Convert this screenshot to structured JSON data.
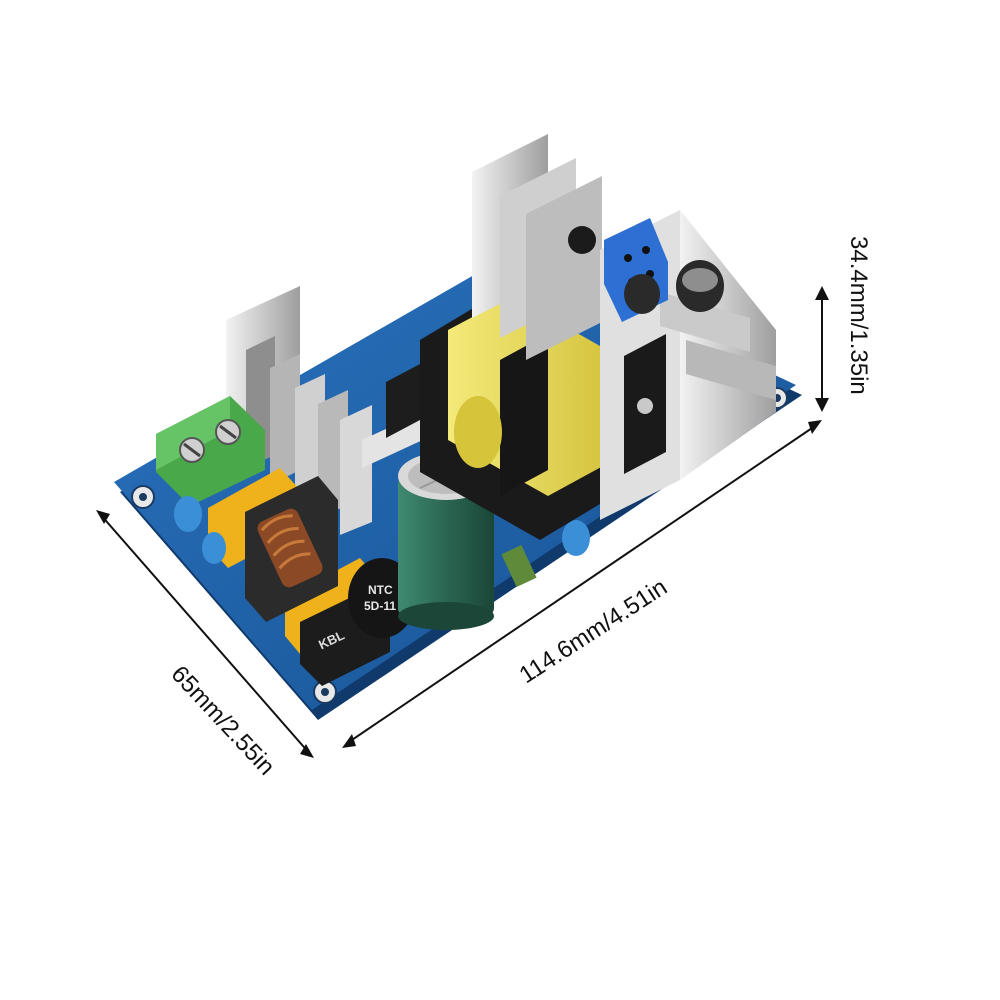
{
  "photo": {
    "subject": "AC-DC switching power supply board",
    "colors": {
      "pcb": "#1f5fa8",
      "pcb_edge": "#163f78",
      "heatsink": "#d6d6d6",
      "transformer": "#e8dc5a",
      "capacitor": "#2f6f5a",
      "terminal": "#4cb050",
      "y_capacitor": "#3a8fd6",
      "x_capacitor": "#f0b21a",
      "text": "#111111"
    }
  },
  "dimensions": {
    "width_label": "65mm/2.55in",
    "length_label": "114.6mm/4.51in",
    "height_label": "34.4mm/1.35in"
  },
  "component_markings": {
    "bridge": "KBL",
    "ntc_line1": "NTC",
    "ntc_line2": "5D-11"
  },
  "icons": {
    "arrow": "double-arrow-icon",
    "screw": "screw-terminal-icon"
  }
}
